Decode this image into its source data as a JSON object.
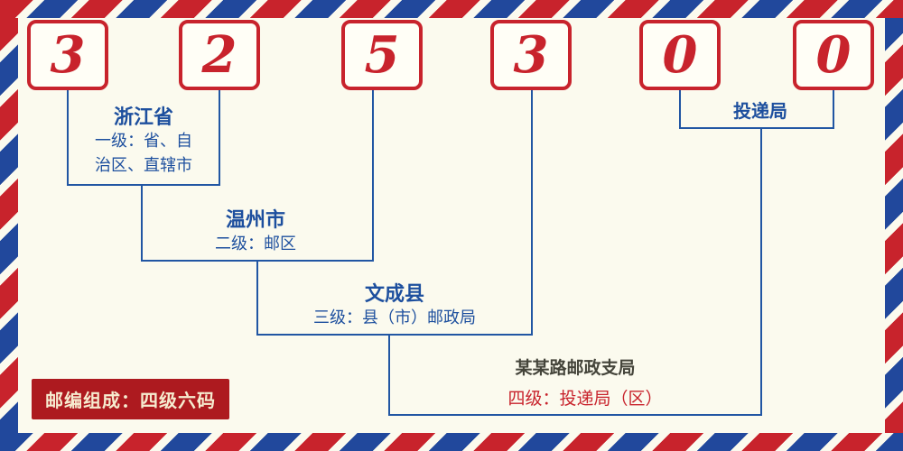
{
  "postal_code": {
    "digits": [
      "3",
      "2",
      "5",
      "3",
      "0",
      "0"
    ]
  },
  "levels": {
    "level1": {
      "name": "浙江省",
      "desc": "一级：省、自\n治区、直辖市"
    },
    "level2": {
      "name": "温州市",
      "desc": "二级：邮区"
    },
    "level3": {
      "name": "文成县",
      "desc": "三级：县（市）邮政局"
    },
    "level4_delivery": {
      "name": "投递局"
    },
    "level4": {
      "name": "某某路邮政支局",
      "desc": "四级：投递局（区）"
    }
  },
  "footer": {
    "badge_label": "邮编组成：四级六码"
  },
  "colors": {
    "accent_red": "#c8232c",
    "accent_blue": "#21489c",
    "line_blue": "#2156a3",
    "label_blue": "#1d4f9e",
    "background_cream": "#fbfaee",
    "badge_background": "#ad1a1f",
    "badge_text": "#f6ecd0",
    "level4_name_text": "#44443a"
  }
}
